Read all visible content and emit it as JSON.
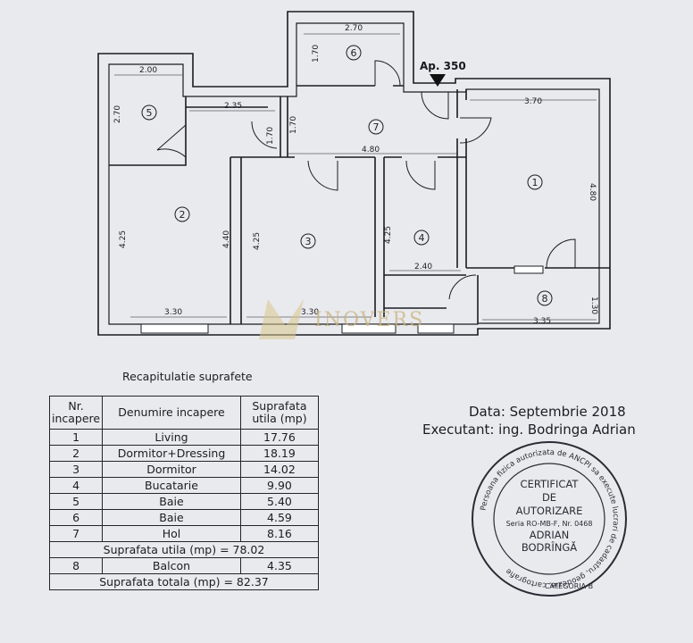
{
  "plan": {
    "apartment_label": "Ap. 350",
    "watermark": "INOVERS",
    "room_numbers": [
      "1",
      "2",
      "3",
      "4",
      "5",
      "6",
      "7",
      "8"
    ],
    "dimensions": {
      "r6_width": "2.70",
      "r6_height": "1.70",
      "r5_width": "2.00",
      "r5_height": "2.70",
      "corridor_width": "2.35",
      "corridor_h1": "1.70",
      "corridor_h2": "1.70",
      "hol_width": "4.80",
      "r1_width": "3.70",
      "r1_height": "4.80",
      "r2_height_left": "4.25",
      "r2_height_right": "4.40",
      "r2_width": "3.30",
      "r3_height": "4.25",
      "r3_width": "3.30",
      "r4_height": "4.25",
      "r4_width": "2.40",
      "r8_width": "3.35",
      "r8_height": "1.30"
    }
  },
  "recap": {
    "title": "Recapitulatie suprafete",
    "headers": {
      "nr": "Nr. incapere",
      "name": "Denumire incapere",
      "area": "Suprafata utila (mp)"
    },
    "rows": [
      {
        "nr": "1",
        "name": "Living",
        "area": "17.76"
      },
      {
        "nr": "2",
        "name": "Dormitor+Dressing",
        "area": "18.19"
      },
      {
        "nr": "3",
        "name": "Dormitor",
        "area": "14.02"
      },
      {
        "nr": "4",
        "name": "Bucatarie",
        "area": "9.90"
      },
      {
        "nr": "5",
        "name": "Baie",
        "area": "5.40"
      },
      {
        "nr": "6",
        "name": "Baie",
        "area": "4.59"
      },
      {
        "nr": "7",
        "name": "Hol",
        "area": "8.16"
      }
    ],
    "useful_total": "Suprafata utila (mp) = 78.02",
    "balcony_row": {
      "nr": "8",
      "name": "Balcon",
      "area": "4.35"
    },
    "grand_total": "Suprafata totala (mp) = 82.37"
  },
  "info": {
    "data": "Data: Septembrie 2018",
    "executant": "Executant: ing. Bodringa  Adrian"
  },
  "stamp": {
    "ring_text": "Persoana fizica autorizata de ANCPI sa execute lucrari de cadastru, geodezie, cartografie",
    "line1": "CERTIFICAT",
    "line2": "DE",
    "line3": "AUTORIZARE",
    "serial": "Seria RO-MB-F, Nr. 0468",
    "name1": "ADRIAN",
    "name2": "BODRÎNGĂ",
    "category": "CATEGORIA B"
  }
}
